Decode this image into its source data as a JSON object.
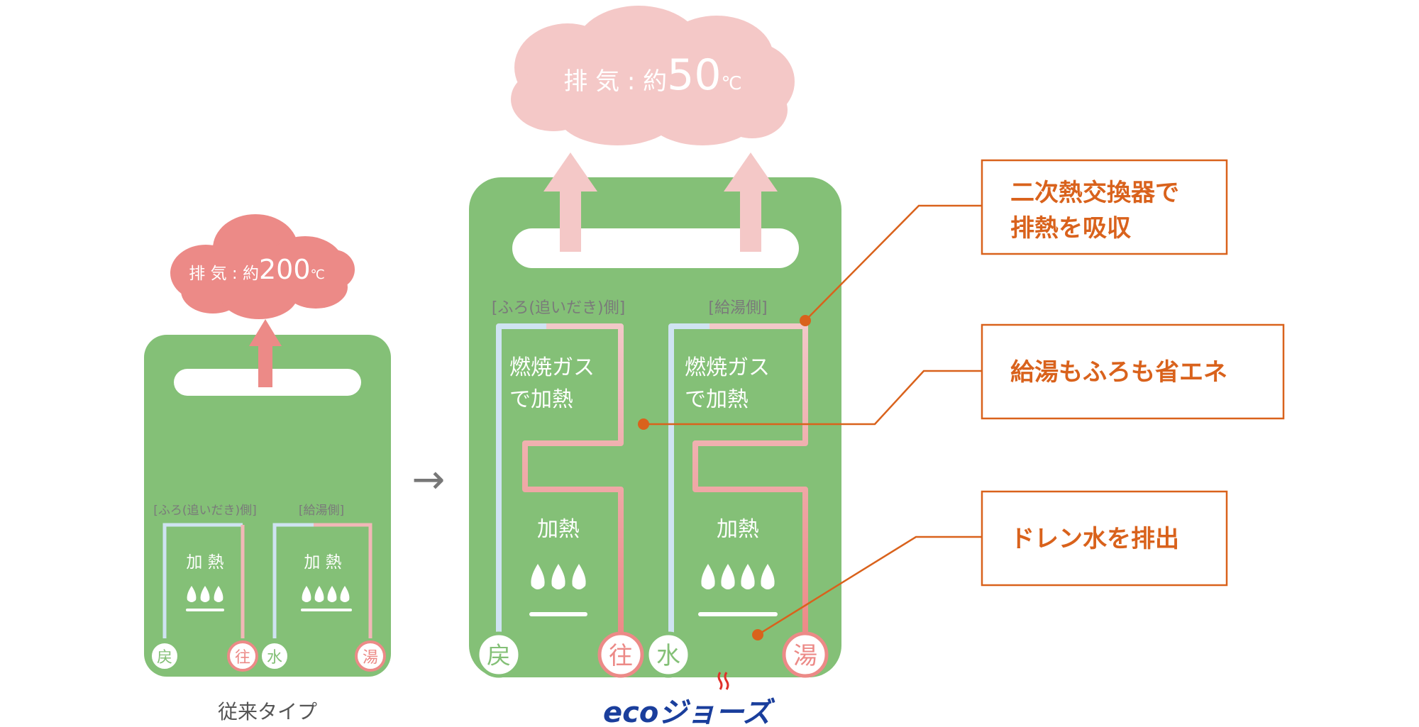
{
  "colors": {
    "unit_green": "#84c077",
    "small_cloud": "#ec8a87",
    "large_cloud": "#f4c8c7",
    "arrow_small": "#ec8a87",
    "arrow_large": "#f4c8c7",
    "pipe_cold": "#cfe3f2",
    "pipe_hot": "#f2b7b7",
    "annotation": "#d9621c"
  },
  "conventional": {
    "exhaust": {
      "prefix": "排 気 : 約",
      "value": "200",
      "unit": "℃"
    },
    "bath_label": "[ふろ(追いだき)側]",
    "supply_label": "[給湯側]",
    "bath_heating": "加 熱",
    "supply_heating": "加 熱",
    "ports": [
      "戻",
      "往",
      "水",
      "湯"
    ],
    "caption": "従来タイプ"
  },
  "transition_arrow": "→",
  "eco": {
    "exhaust": {
      "prefix": "排 気 : 約",
      "value": "50",
      "unit": "℃"
    },
    "bath_label": "[ふろ(追いだき)側]",
    "supply_label": "[給湯側]",
    "bath_gas_line1": "燃焼ガス",
    "bath_gas_line2": "で加熱",
    "supply_gas_line1": "燃焼ガス",
    "supply_gas_line2": "で加熱",
    "bath_heating": "加熱",
    "supply_heating": "加熱",
    "ports": [
      "戻",
      "往",
      "水",
      "湯"
    ],
    "logo_text": "ecoジョーズ"
  },
  "annotations": [
    {
      "line1": "二次熱交換器で",
      "line2": "排熱を吸収"
    },
    {
      "line1": "給湯もふろも省エネ"
    },
    {
      "line1": "ドレン水を排出"
    }
  ]
}
